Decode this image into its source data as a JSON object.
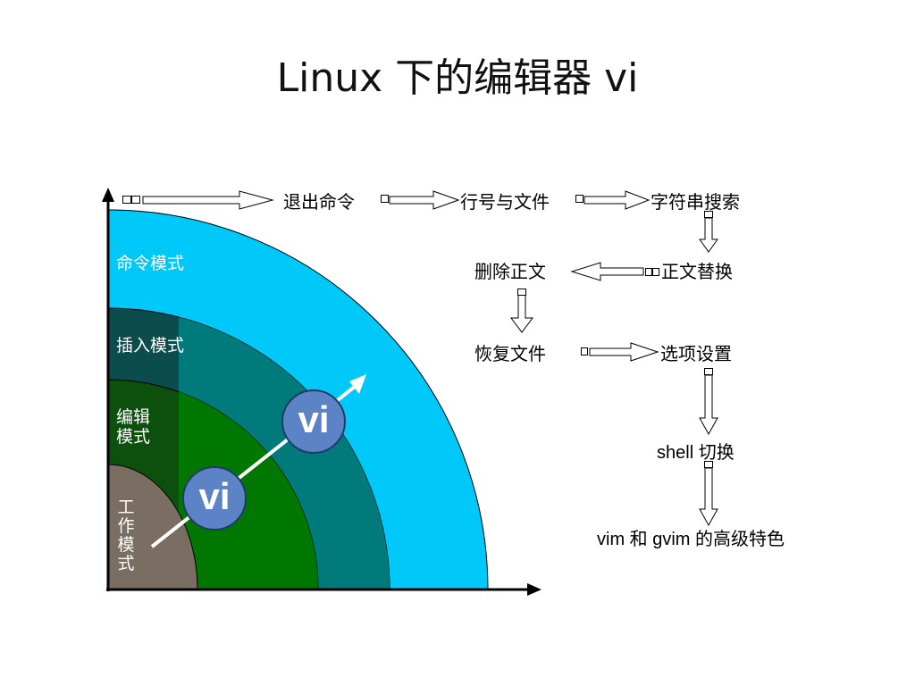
{
  "title": "Linux 下的编辑器 vi",
  "modes": {
    "command": "命令模式",
    "insert": "插入模式",
    "edit": "编辑\n模式",
    "work": "工\n作\n模\n式"
  },
  "badges": {
    "outer": "vi",
    "inner": "vi"
  },
  "flow": {
    "quit_command": "退出命令",
    "line_number_and_file": "行号与文件",
    "string_search": "字符串搜索",
    "text_replace": "正文替换",
    "delete_text": "删除正文",
    "restore_file": "恢复文件",
    "option_settings": "选项设置",
    "shell_switch": "shell 切换",
    "vim_gvim_features": "vim 和 gvim 的高级特色"
  },
  "colors": {
    "command_mode": "#00c8f8",
    "insert_mode_outer": "#0c4c4c",
    "insert_mode_band": "#007a7a",
    "edit_mode_band": "#007700",
    "edit_mode_dark": "#0d4f0d",
    "work_mode": "#7a6e62",
    "badge_fill": "#5b83c6"
  }
}
